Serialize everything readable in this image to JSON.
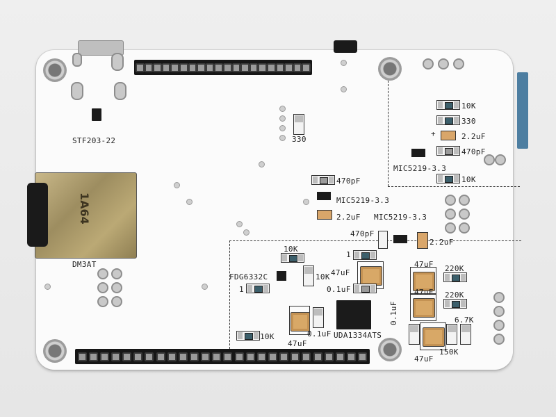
{
  "board": {
    "labels": {
      "stf": "STF203-22",
      "dm3at": "DM3AT",
      "sd_mark": "1A64",
      "r330_top": "330",
      "r10k_a": "10K",
      "r330_b": "330",
      "c22_a": "2.2uF",
      "c470_a": "470pF",
      "mic_a": "MIC5219-3.3",
      "r10k_b": "10K",
      "c470_b": "470pF",
      "mic_b": "MIC5219-3.3",
      "c22_b": "2.2uF",
      "mic_c": "MIC5219-3.3",
      "c470_c": "470pF",
      "c22_c": "2.2uF",
      "one_a": "1",
      "r10k_c": "10K",
      "fdg": "FDG6332C",
      "one_b": "1",
      "r10k_d": "10K",
      "c47_a": "47uF",
      "c01_a": "0.1uF",
      "c47_b": "47uF",
      "r220k_a": "220K",
      "c47_c": "47uF",
      "r220k_b": "220K",
      "r67k": "6.7K",
      "c01_b": "0.1uF",
      "uda": "UDA1334ATS",
      "c01_c": "0.1uF",
      "r10k_e": "10K",
      "c47_d": "47uF",
      "c47_e": "47uF",
      "r150k": "150K",
      "plus": "+"
    },
    "colors": {
      "board": "#fbfbfb",
      "silkscreen": "#222222",
      "header": "#161616",
      "capacitor": "#d9a66a",
      "resistor_body": "#3c5f6b",
      "connector_blue": "#4d7ea1"
    }
  }
}
